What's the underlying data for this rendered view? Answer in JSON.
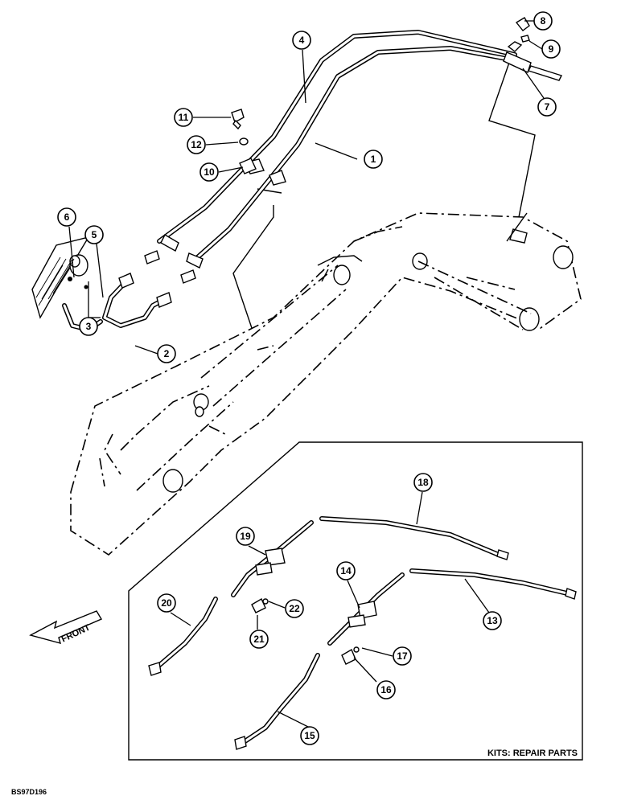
{
  "document_code": "BS97D196",
  "kit_label": "KITS: REPAIR PARTS",
  "front_arrow_label": "FRONT",
  "callouts": [
    "1",
    "2",
    "3",
    "4",
    "5",
    "6",
    "7",
    "8",
    "9",
    "10",
    "11",
    "12",
    "13",
    "14",
    "15",
    "16",
    "17",
    "18",
    "19",
    "20",
    "21",
    "22"
  ]
}
